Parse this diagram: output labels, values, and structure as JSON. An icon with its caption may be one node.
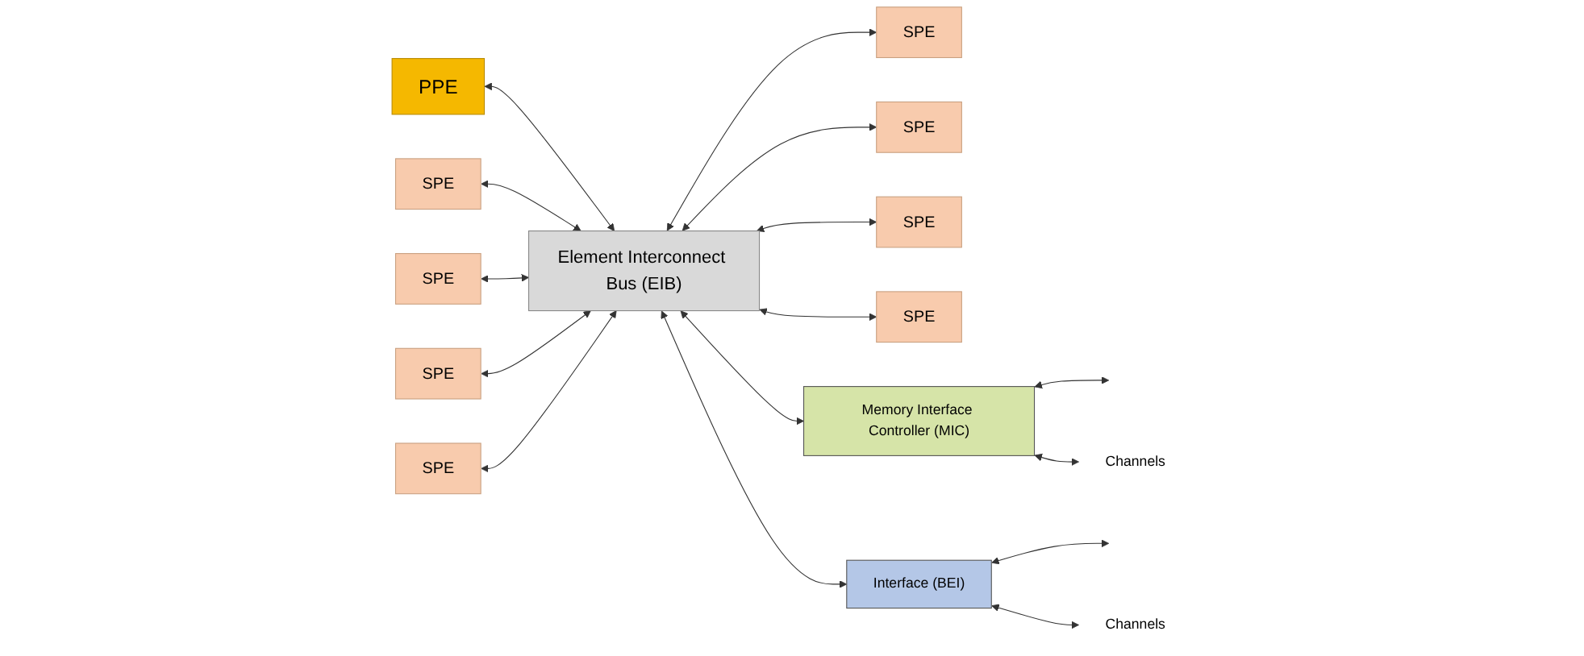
{
  "diagram": {
    "nodes": [
      {
        "text": [
          "PPE"
        ]
      },
      {
        "text": [
          "Element Interconnect Bus (EIB)"
        ]
      },
      {
        "text": [
          "SPE"
        ]
      },
      {
        "text": [
          "SPE"
        ]
      },
      {
        "text": [
          "SPE"
        ]
      },
      {
        "text": [
          "SPE"
        ]
      },
      {
        "text": [
          "SPE"
        ]
      },
      {
        "text": [
          "SPE"
        ]
      },
      {
        "text": [
          "SPE"
        ]
      },
      {
        "text": [
          "SPE"
        ]
      },
      {
        "text": [
          "Memory Interface Controller (MIC)"
        ]
      },
      {
        "text": [
          "Interface (BEI)"
        ]
      },
      {
        "text": [
          "Channels"
        ]
      },
      {
        "text": [
          "Channels"
        ]
      }
    ],
    "edges": [
      {
        "from": 0,
        "to": 1,
        "arrow": "both"
      },
      {
        "from": 2,
        "to": 1,
        "arrow": "both"
      },
      {
        "from": 3,
        "to": 1,
        "arrow": "both"
      },
      {
        "from": 4,
        "to": 1,
        "arrow": "both"
      },
      {
        "from": 5,
        "to": 1,
        "arrow": "both"
      },
      {
        "from": 1,
        "to": 6,
        "arrow": "both"
      },
      {
        "from": 1,
        "to": 7,
        "arrow": "both"
      },
      {
        "from": 1,
        "to": 8,
        "arrow": "both"
      },
      {
        "from": 1,
        "to": 9,
        "arrow": "both"
      },
      {
        "from": 1,
        "to": 10,
        "arrow": "both"
      },
      {
        "from": 1,
        "to": 11,
        "arrow": "both"
      },
      {
        "from": 10,
        "to": null,
        "arrow": "both"
      },
      {
        "from": 10,
        "to": 12,
        "arrow": "both"
      },
      {
        "from": 11,
        "to": null,
        "arrow": "both"
      },
      {
        "from": 11,
        "to": 13,
        "arrow": "both"
      }
    ]
  }
}
